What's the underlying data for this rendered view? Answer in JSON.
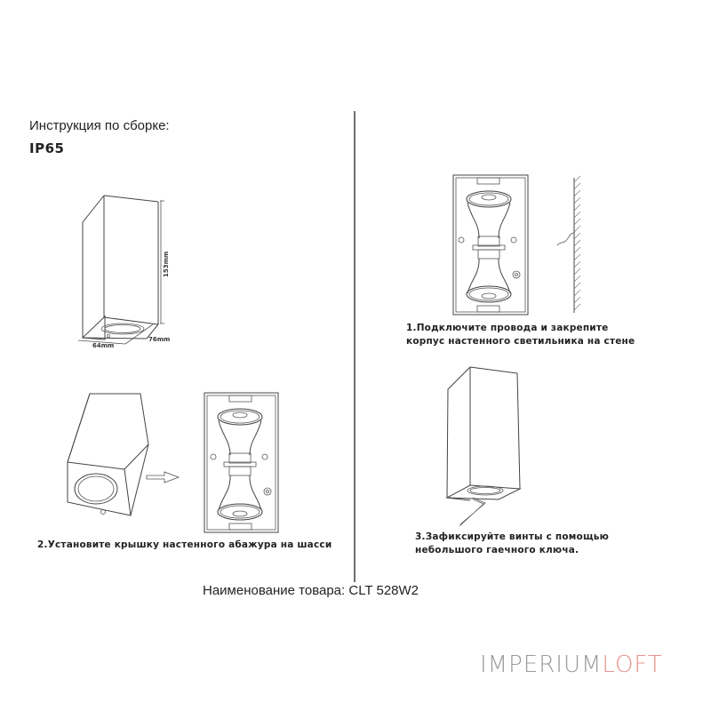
{
  "header": {
    "title": "Инструкция по сборке:",
    "rating": "IP65"
  },
  "dimensions": {
    "height": "153mm",
    "depth": "76mm",
    "width": "64mm"
  },
  "steps": [
    {
      "number": 1,
      "line1": "1.Подключите провода и закрепите",
      "line2": "корпус настенного светильника на стене"
    },
    {
      "number": 2,
      "line1": "2.Установите крышку настенного абажура на шасси"
    },
    {
      "number": 3,
      "line1": "3.Зафиксируйте винты с помощью",
      "line2": "небольшого гаечного ключа."
    }
  ],
  "product": {
    "label": "Наименование товара: CLT 528W2"
  },
  "brand": {
    "part1": "IMPERIUM",
    "part2": "LOFT",
    "color1": "#9a9a9a",
    "color2": "#e8948f"
  }
}
